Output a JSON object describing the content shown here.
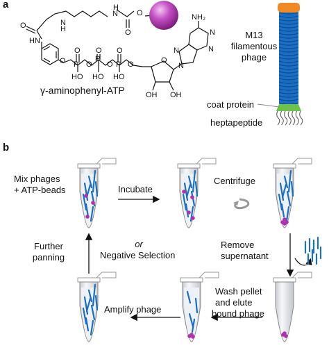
{
  "panel_a": {
    "letter": "a",
    "molecule_name": "γ-aminophenyl-ATP",
    "atoms": {
      "nh_top": "H",
      "n_top": "N",
      "o_right": "O",
      "o_amide": "O",
      "n_amide": "N",
      "n_amide_h": "H",
      "nh_chain_n": "N",
      "nh_chain_h": "H",
      "nh2": "NH₂",
      "o_phenyl": "O",
      "p1": "P",
      "p2": "P",
      "p3": "P",
      "o_p1_top": "O",
      "o_p2_top": "O",
      "o_p3_top": "O",
      "ho1": "HO",
      "ho2": "HO",
      "ho3": "HO",
      "o_bridge1": "O",
      "o_bridge2": "O",
      "o_bridge3": "O",
      "o_sugar": "O",
      "oh1": "OH",
      "oh2": "OH",
      "n1": "N",
      "n3": "N",
      "n7": "N",
      "n9": "N"
    },
    "phage_labels": [
      "M13",
      "filamentous",
      "phage"
    ],
    "coat_protein": "coat protein",
    "heptapeptide": "heptapeptide"
  },
  "panel_b": {
    "letter": "b",
    "mix": [
      "Mix phages",
      "+ ATP-beads"
    ],
    "incubate": "Incubate",
    "centrifuge": "Centrifuge",
    "remove": [
      "Remove",
      "supernatant"
    ],
    "wash": [
      "Wash pellet",
      "and elute",
      "bound phage"
    ],
    "amplify": "Amplify phage",
    "further": [
      "Further",
      "panning"
    ],
    "or": "or",
    "negative": "Negative Selection"
  },
  "colors": {
    "bead": "#b030b0",
    "phage": "#1a6fc4",
    "coat": "#6cc24a",
    "tip": "#f08a24",
    "tube": "#888888",
    "liquid": "#dfe6ee"
  }
}
